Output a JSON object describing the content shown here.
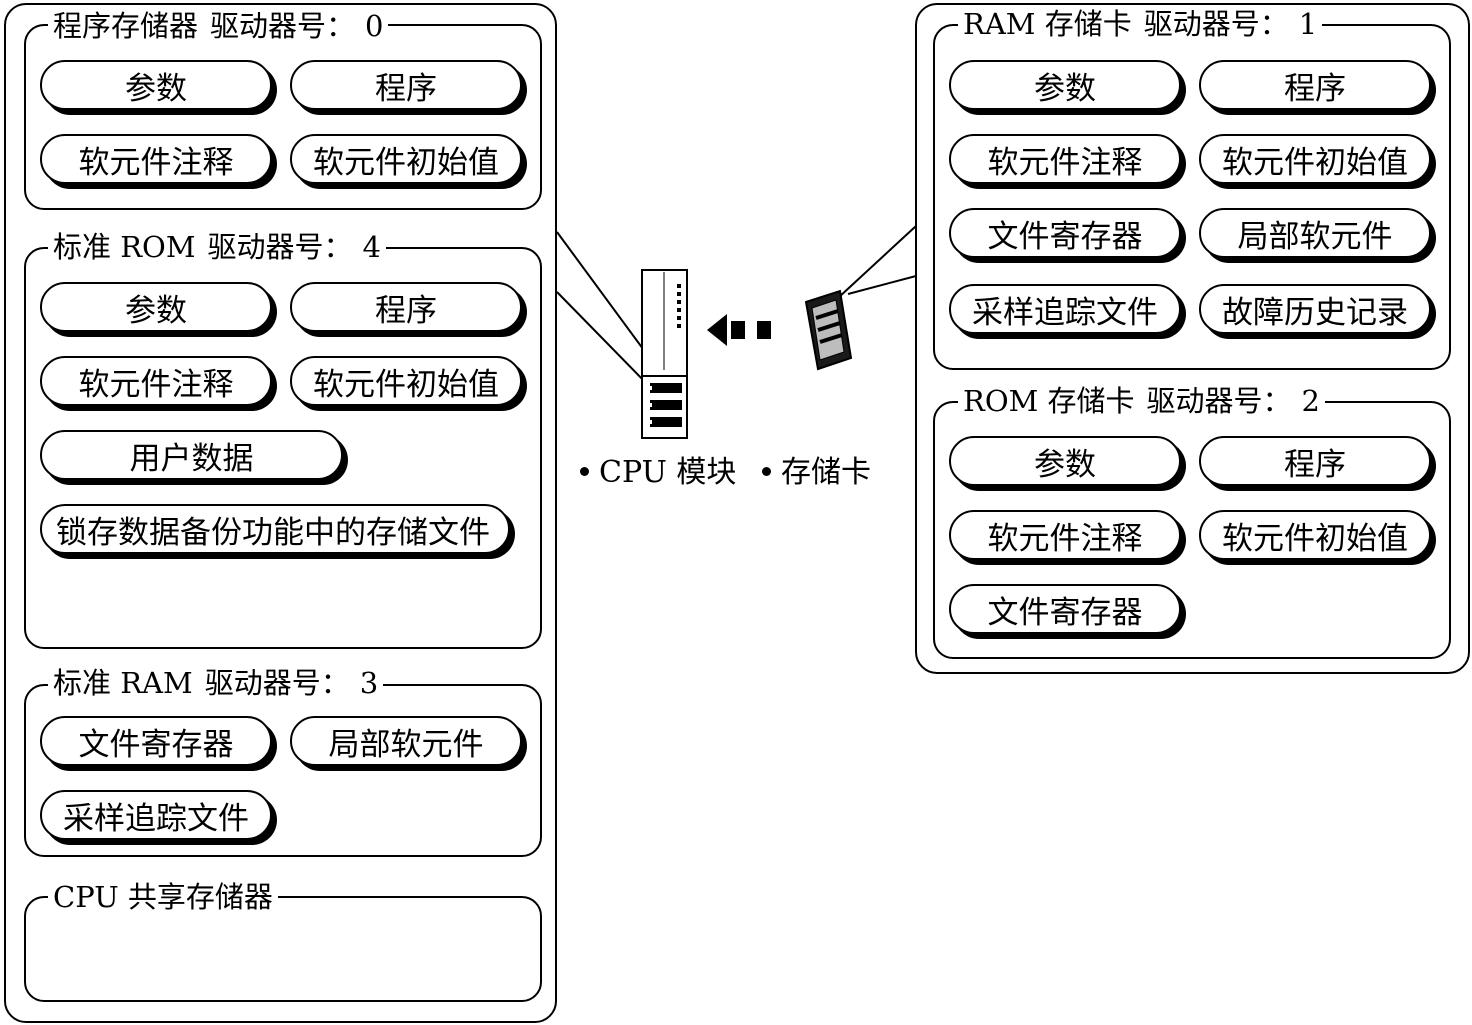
{
  "panels": {
    "program_memory": {
      "title": "程序存储器",
      "drive_label": "驱动器号：",
      "drive_no": "0",
      "items": [
        "参数",
        "程序",
        "软元件注释",
        "软元件初始值"
      ]
    },
    "standard_rom": {
      "title": "标准 ROM",
      "drive_label": "驱动器号：",
      "drive_no": "4",
      "items": [
        "参数",
        "程序",
        "软元件注释",
        "软元件初始值",
        "用户数据",
        "锁存数据备份功能中的存储文件"
      ]
    },
    "standard_ram": {
      "title": "标准 RAM",
      "drive_label": "驱动器号：",
      "drive_no": "3",
      "items": [
        "文件寄存器",
        "局部软元件",
        "采样追踪文件"
      ]
    },
    "cpu_shared": {
      "title": "CPU 共享存储器"
    },
    "ram_card": {
      "title": "RAM 存储卡",
      "drive_label": "驱动器号：",
      "drive_no": "1",
      "items": [
        "参数",
        "程序",
        "软元件注释",
        "软元件初始值",
        "文件寄存器",
        "局部软元件",
        "采样追踪文件",
        "故障历史记录"
      ]
    },
    "rom_card": {
      "title": "ROM 存储卡",
      "drive_label": "驱动器号：",
      "drive_no": "2",
      "items": [
        "参数",
        "程序",
        "软元件注释",
        "软元件初始值",
        "文件寄存器"
      ]
    }
  },
  "labels": {
    "cpu_module": "CPU 模块",
    "memory_card": "存储卡"
  },
  "icons": {
    "cpu": "cpu-module-icon",
    "card": "memory-card-icon",
    "arrow": "dashed-left-arrow-icon"
  }
}
